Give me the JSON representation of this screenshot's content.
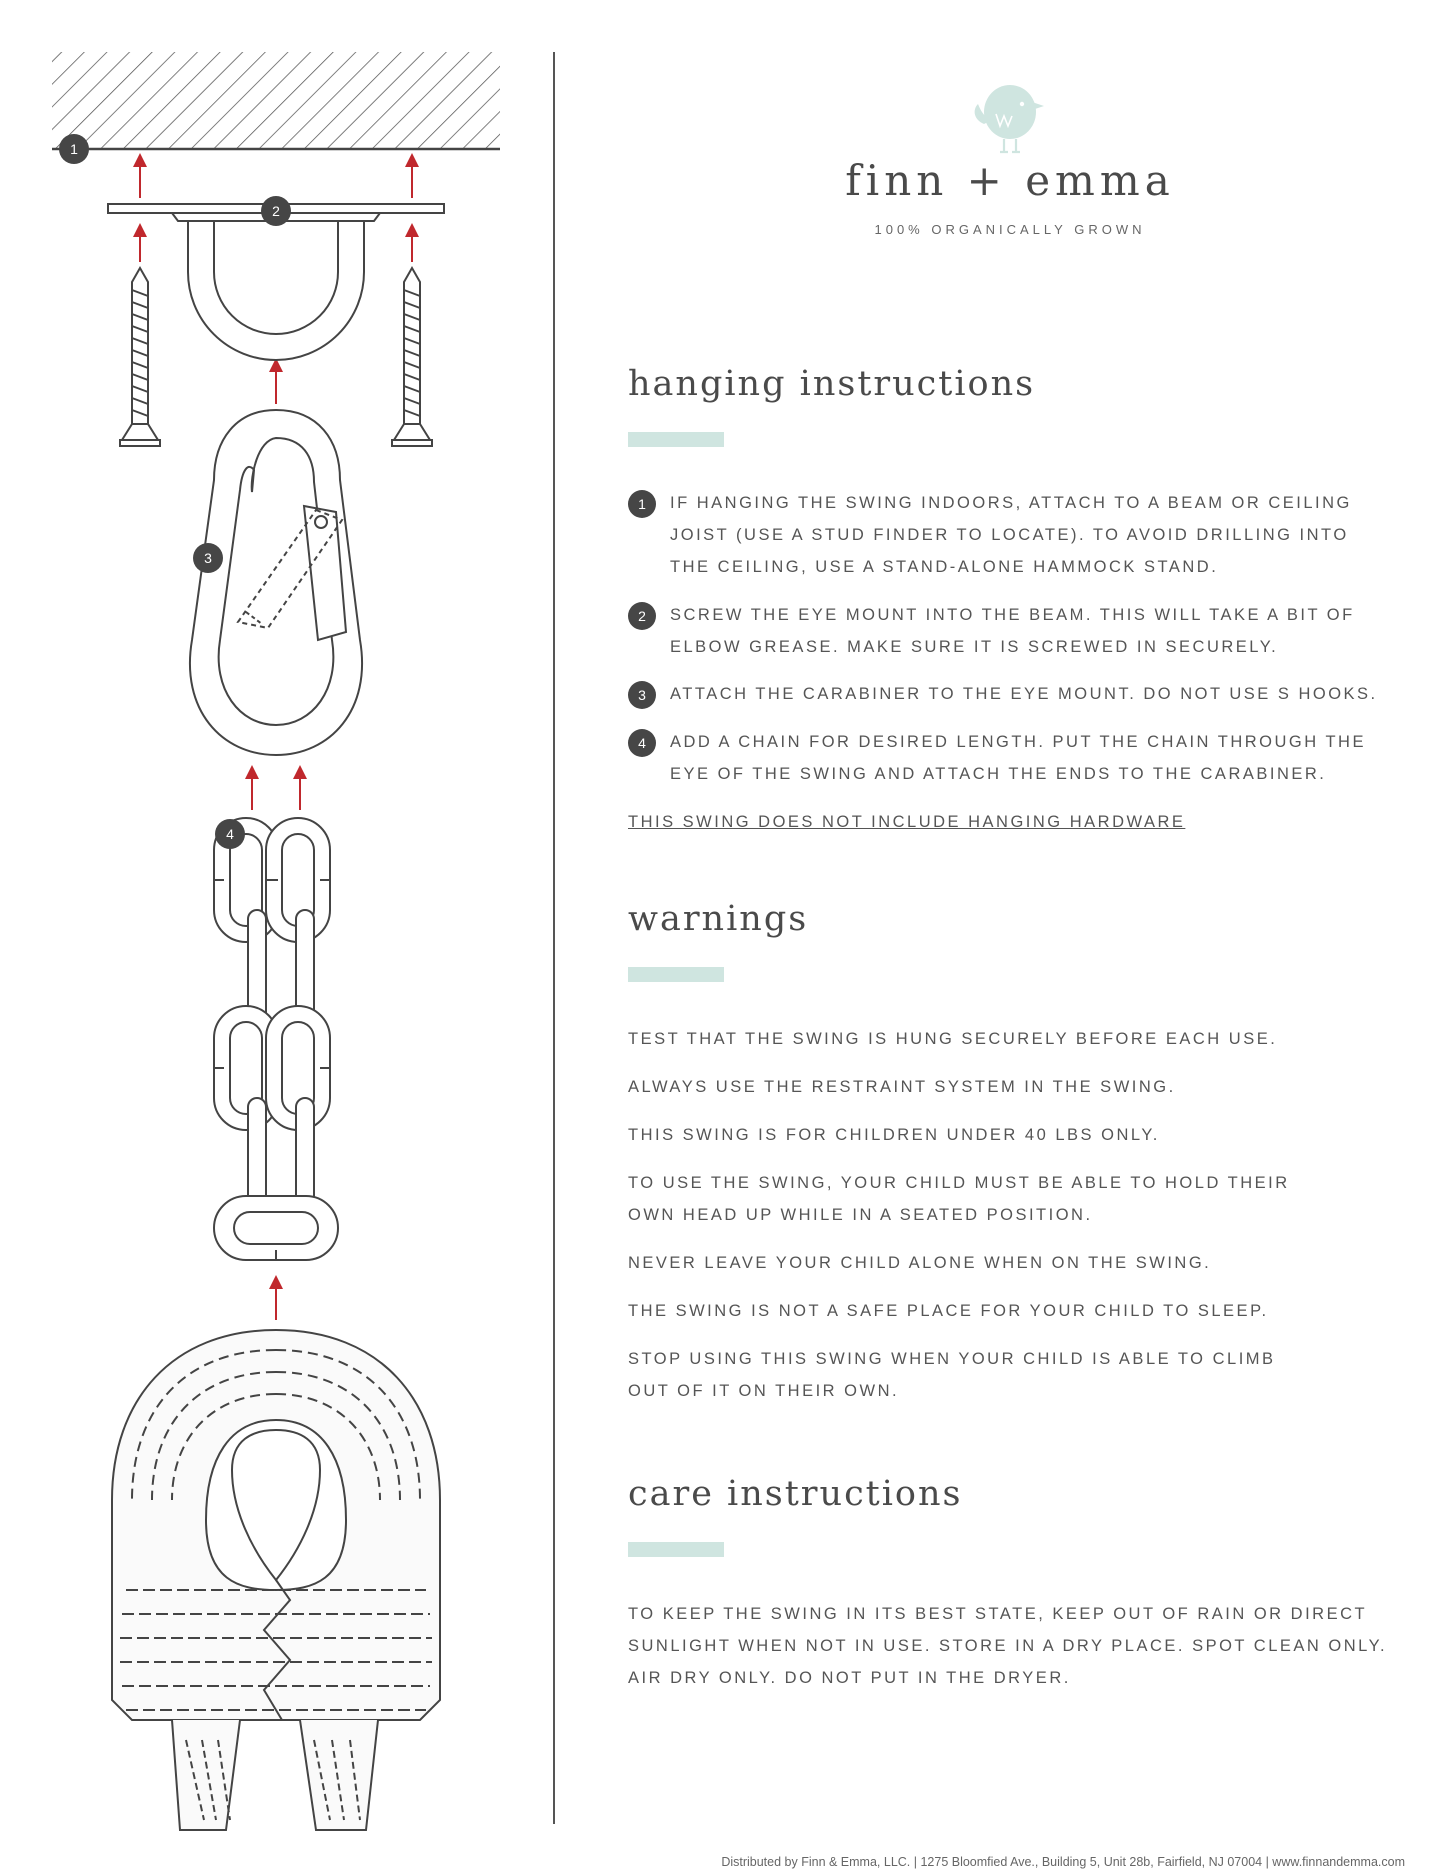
{
  "brand": {
    "name": "finn + emma",
    "tagline": "100% ORGANICALLY GROWN",
    "accent_color": "#cfe5e0",
    "logo_icon": "bird-icon"
  },
  "illustration": {
    "callouts": [
      "1",
      "2",
      "3",
      "4"
    ],
    "arrow_color": "#c0282d"
  },
  "hanging": {
    "title": "hanging instructions",
    "steps": [
      {
        "num": "1",
        "text": "IF HANGING THE SWING INDOORS, ATTACH TO A BEAM OR CEILING JOIST (USE A STUD FINDER TO LOCATE). TO AVOID DRILLING INTO THE CEILING, USE A STAND-ALONE HAMMOCK STAND."
      },
      {
        "num": "2",
        "text": "SCREW THE EYE MOUNT INTO THE BEAM. THIS WILL TAKE A BIT OF ELBOW GREASE. MAKE SURE IT IS SCREWED IN SECURELY."
      },
      {
        "num": "3",
        "text": "ATTACH THE CARABINER TO THE EYE MOUNT. DO NOT USE S HOOKS."
      },
      {
        "num": "4",
        "text": "ADD A CHAIN FOR DESIRED LENGTH. PUT THE CHAIN THROUGH THE EYE OF THE SWING AND ATTACH THE ENDS TO THE CARABINER."
      }
    ],
    "note": "THIS SWING DOES NOT INCLUDE HANGING HARDWARE"
  },
  "warnings": {
    "title": "warnings",
    "items": [
      "TEST THAT THE SWING IS HUNG SECURELY BEFORE EACH USE.",
      "ALWAYS USE THE RESTRAINT SYSTEM IN THE SWING.",
      "THIS SWING IS FOR CHILDREN UNDER 40 LBS ONLY.",
      "TO USE THE SWING, YOUR CHILD MUST BE ABLE TO HOLD THEIR OWN HEAD UP WHILE IN A SEATED POSITION.",
      "NEVER LEAVE YOUR CHILD ALONE WHEN ON THE SWING.",
      "THE SWING IS NOT A SAFE PLACE FOR YOUR CHILD TO SLEEP.",
      "STOP USING THIS SWING WHEN YOUR CHILD IS ABLE TO CLIMB OUT OF IT ON THEIR OWN."
    ]
  },
  "care": {
    "title": "care instructions",
    "text": "TO KEEP THE SWING IN ITS BEST STATE, KEEP OUT OF RAIN OR DIRECT SUNLIGHT WHEN NOT IN USE. STORE IN A DRY PLACE. SPOT CLEAN ONLY. AIR DRY ONLY. DO NOT PUT IN THE DRYER."
  },
  "footer": {
    "text": "Distributed by Finn & Emma, LLC.  |  1275 Bloomfied Ave., Building 5, Unit 28b, Fairfield, NJ 07004  |  www.finnandemma.com"
  }
}
